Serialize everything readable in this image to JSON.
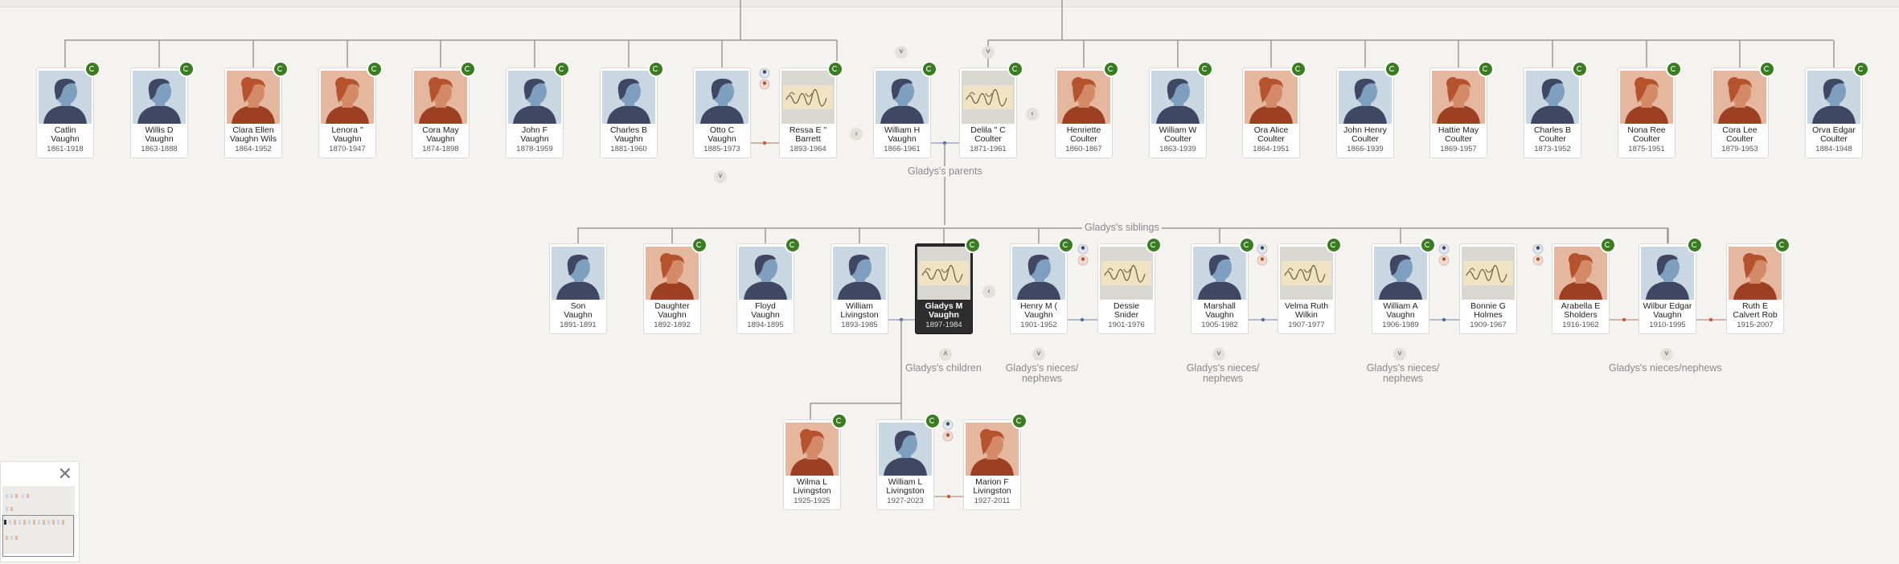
{
  "labels": {
    "parents": "Gladys's parents",
    "siblings": "Gladys's siblings",
    "children": "Gladys's children",
    "nieces1": "Gladys's nieces/\nnephews",
    "nieces2": "Gladys's nieces/\nnephews",
    "nieces3": "Gladys's nieces/\nnephews",
    "nieces4": "Gladys's nieces/nephews"
  },
  "grandparents_row": [
    {
      "name": "Catlin\nVaughn",
      "years": "1861-1918",
      "sex": "m"
    },
    {
      "name": "Willis D\nVaughn",
      "years": "1863-1888",
      "sex": "m"
    },
    {
      "name": "Clara Ellen\nVaughn Wils",
      "years": "1864-1952",
      "sex": "f"
    },
    {
      "name": "Lenora \"\nVaughn",
      "years": "1870-1947",
      "sex": "f"
    },
    {
      "name": "Cora May\nVaughn",
      "years": "1874-1898",
      "sex": "f"
    },
    {
      "name": "John F\nVaughn",
      "years": "1878-1959",
      "sex": "m"
    },
    {
      "name": "Charles B\nVaughn",
      "years": "1881-1960",
      "sex": "m"
    },
    {
      "name": "Otto C\nVaughn",
      "years": "1885-1973",
      "sex": "m"
    },
    {
      "name": "Ressa E \"\nBarrett",
      "years": "1893-1964",
      "sex": "sig"
    },
    {
      "name": "William H\nVaughn",
      "years": "1866-1961",
      "sex": "m"
    },
    {
      "name": "Delila \" C\nCoulter",
      "years": "1871-1961",
      "sex": "sig"
    },
    {
      "name": "Henriette\nCoulter",
      "years": "1860-1867",
      "sex": "f"
    },
    {
      "name": "William W\nCoulter",
      "years": "1863-1939",
      "sex": "m"
    },
    {
      "name": "Ora Alice\nCoulter",
      "years": "1864-1951",
      "sex": "f"
    },
    {
      "name": "John Henry\nCoulter",
      "years": "1866-1939",
      "sex": "m"
    },
    {
      "name": "Hattie May\nCoulter",
      "years": "1869-1957",
      "sex": "f"
    },
    {
      "name": "Charles B\nCoulter",
      "years": "1873-1952",
      "sex": "m"
    },
    {
      "name": "Nona Ree\nCoulter",
      "years": "1875-1951",
      "sex": "f"
    },
    {
      "name": "Cora Lee\nCoulter",
      "years": "1879-1953",
      "sex": "f"
    },
    {
      "name": "Orva Edgar\nCoulter",
      "years": "1884-1948",
      "sex": "m"
    }
  ],
  "siblings_row": [
    {
      "name": "Son\nVaughn",
      "years": "1891-1891",
      "sex": "m"
    },
    {
      "name": "Daughter\nVaughn",
      "years": "1892-1892",
      "sex": "f"
    },
    {
      "name": "Floyd\nVaughn",
      "years": "1894-1895",
      "sex": "m"
    },
    {
      "name": "William\nLivingston",
      "years": "1893-1985",
      "sex": "m"
    },
    {
      "name": "Gladys M\nVaughn",
      "years": "1897-1984",
      "sex": "sig"
    },
    {
      "name": "Henry M (\nVaughn",
      "years": "1901-1952",
      "sex": "m"
    },
    {
      "name": "Dessie\nSnider",
      "years": "1901-1976",
      "sex": "sig"
    },
    {
      "name": "Marshall\nVaughn",
      "years": "1905-1982",
      "sex": "m"
    },
    {
      "name": "Velma Ruth\nWilkin",
      "years": "1907-1977",
      "sex": "sig"
    },
    {
      "name": "William A\nVaughn",
      "years": "1906-1989",
      "sex": "m"
    },
    {
      "name": "Bonnie G\nHolmes",
      "years": "1909-1967",
      "sex": "sig"
    },
    {
      "name": "Arabella E\nSholders",
      "years": "1916-1962",
      "sex": "f"
    },
    {
      "name": "Wilbur Edgar\nVaughn",
      "years": "1910-1995",
      "sex": "m"
    },
    {
      "name": "Ruth E\nCalvert Rob",
      "years": "1915-2007",
      "sex": "f"
    }
  ],
  "children_row": [
    {
      "name": "Wilma L\nLivingston",
      "years": "1925-1925",
      "sex": "f"
    },
    {
      "name": "William L\nLivingston",
      "years": "1927-2023",
      "sex": "m"
    },
    {
      "name": "Marion F\nLivingston",
      "years": "1927-2011",
      "sex": "f"
    }
  ],
  "colors": {
    "male_bg": "#c9d7e3",
    "male_figure": "#3f4763",
    "male_face": "#7f9fbf",
    "female_bg": "#e6b79f",
    "female_figure": "#9c3f22",
    "female_hair": "#b4532e",
    "hint_green": "#3a7d20",
    "focus_bg": "#2d2d2d"
  },
  "icons": {
    "hint": "record-hint-icon",
    "expand": "chevron-down-icon",
    "collapse": "chevron-up-icon",
    "close": "close-icon"
  }
}
